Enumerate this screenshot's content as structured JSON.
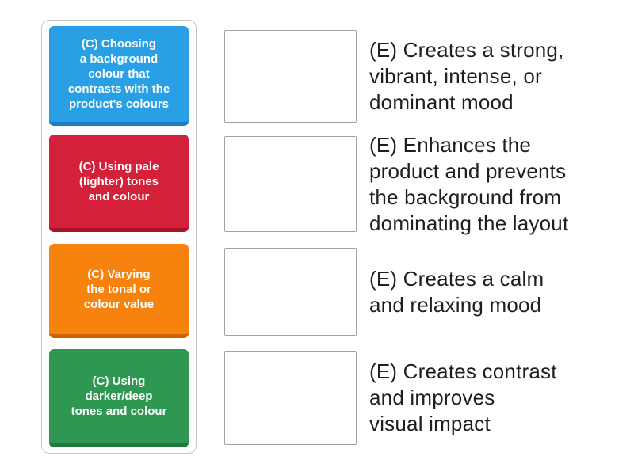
{
  "activity": {
    "type_label": "match-up",
    "text_color": "#1f1f1f",
    "panel_border_color": "#c6c6c6",
    "drop_zone_border_color": "#a3a3a3"
  },
  "left_panel": {
    "tiles": [
      {
        "lines": [
          "(C) Choosing",
          "a background",
          "colour that",
          "contrasts with the",
          "product's colours"
        ],
        "text": "(C) Choosing a background colour that contrasts with the product's colours",
        "color": "#29a0e6",
        "shadow_color": "#1b7ec4"
      },
      {
        "lines": [
          "(C) Using pale",
          "(lighter) tones",
          "and colour"
        ],
        "text": "(C) Using pale (lighter) tones and colour",
        "color": "#d52039",
        "shadow_color": "#a8152b"
      },
      {
        "lines": [
          "(C) Varying",
          "the tonal or",
          "colour value"
        ],
        "text": "(C) Varying the tonal or colour value",
        "color": "#f8820e",
        "shadow_color": "#cc6403"
      },
      {
        "lines": [
          "(C) Using",
          "darker/deep",
          "tones and colour"
        ],
        "text": "(C) Using darker/deep tones and colour",
        "color": "#2e9752",
        "shadow_color": "#1e7a3c"
      }
    ]
  },
  "right_panel": {
    "pairs": [
      {
        "drop_zone_value": "",
        "effect_lines": [
          "(E) Creates a strong,",
          "vibrant, intense, or",
          "dominant mood"
        ],
        "effect_text": "(E) Creates a strong, vibrant, intense, or dominant mood"
      },
      {
        "drop_zone_value": "",
        "effect_lines": [
          "(E) Enhances the",
          "product and prevents",
          "the background from",
          "dominating the layout"
        ],
        "effect_text": "(E) Enhances the product and prevents the background from dominating the layout"
      },
      {
        "drop_zone_value": "",
        "effect_lines": [
          "(E) Creates a calm",
          "and relaxing mood"
        ],
        "effect_text": "(E) Creates a calm and relaxing mood"
      },
      {
        "drop_zone_value": "",
        "effect_lines": [
          "(E) Creates contrast",
          "and improves",
          "visual impact"
        ],
        "effect_text": "(E) Creates contrast and improves visual impact"
      }
    ]
  }
}
